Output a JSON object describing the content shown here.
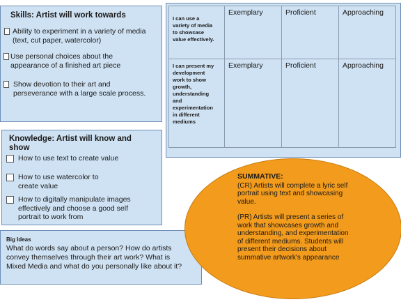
{
  "skills": {
    "title": "Skills: Artist will work towards",
    "items": [
      {
        "line1": "Ability to experiment in a variety of media",
        "line2": "(text, cut paper, watercolor)"
      },
      {
        "line1": "Use personal choices about the",
        "line2": "appearance of a finished art piece"
      },
      {
        "line1": "Show devotion to their art and",
        "line2": "perseverance with a large scale process."
      }
    ]
  },
  "knowledge": {
    "title_line1": "Knowledge: Artist will know and",
    "title_line2": "show",
    "items": [
      {
        "line1": "How to use text to create value",
        "line2": ""
      },
      {
        "line1": "How to use watercolor to",
        "line2": "create value"
      },
      {
        "line1": "How to digitally manipulate images",
        "line2": "effectively and choose a good self",
        "line3": "portrait to work from"
      }
    ]
  },
  "big_ideas": {
    "title": "Big Ideas",
    "line1": "What do words say about a person?  How do artists",
    "line2": "convey themselves through their art work?  What is",
    "line3": "Mixed Media and what do you personally like about it?"
  },
  "rubric": {
    "rows": [
      {
        "label": [
          "I can use a",
          "variety of media",
          "to showcase",
          "value effectively."
        ],
        "levels": [
          "Exemplary",
          "Proficient",
          "Approaching"
        ]
      },
      {
        "label": [
          "I can present my",
          "development",
          "work to show",
          "growth,",
          "understanding",
          "and",
          "experimentation",
          "in different",
          "mediums"
        ],
        "levels": [
          "Exemplary",
          "Proficient",
          "Approaching"
        ]
      }
    ]
  },
  "summative": {
    "title": "SUMMATIVE:",
    "cr": [
      "(CR) Artists will complete a lyric self",
      "portrait using text and showcasing",
      "value."
    ],
    "pr": [
      "(PR) Artists will present a series of",
      "work that showcases growth and",
      "understanding, and experimentation",
      "of different mediums.  Students will",
      "present their decisions about",
      "summative artwork's appearance"
    ]
  },
  "colors": {
    "box_fill": "#cfe2f3",
    "box_border": "#6d8db5",
    "ellipse_fill": "#f39b1c"
  }
}
